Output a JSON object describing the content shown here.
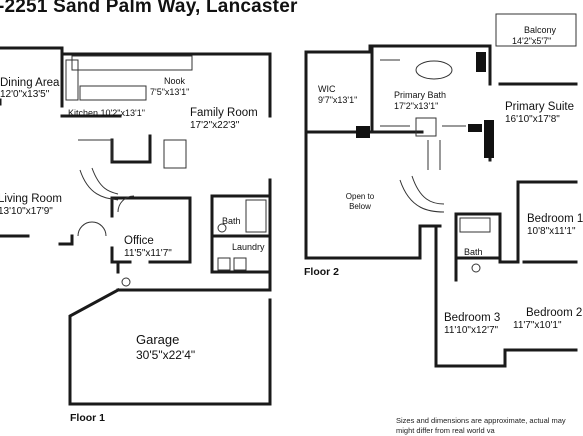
{
  "title": "-2251 Sand Palm Way, Lancaster",
  "floors": [
    {
      "label": "Floor 1",
      "rooms": [
        {
          "name": "Dining Area",
          "dims": "12'0\"x13'5\""
        },
        {
          "name": "Nook",
          "dims": "7'5\"x13'1\""
        },
        {
          "name": "Kitchen",
          "dims": "10'2\"x13'1\""
        },
        {
          "name": "Family Room",
          "dims": "17'2\"x22'3\""
        },
        {
          "name": "Living Room",
          "dims": "13'10\"x17'9\""
        },
        {
          "name": "Bath",
          "dims": ""
        },
        {
          "name": "Office",
          "dims": "11'5\"x11'7\""
        },
        {
          "name": "Laundry",
          "dims": ""
        },
        {
          "name": "Garage",
          "dims": "30'5\"x22'4\""
        }
      ]
    },
    {
      "label": "Floor 2",
      "rooms": [
        {
          "name": "Balcony",
          "dims": "14'2\"x5'7\""
        },
        {
          "name": "WIC",
          "dims": "9'7\"x13'1\""
        },
        {
          "name": "Primary Bath",
          "dims": "17'2\"x13'1\""
        },
        {
          "name": "Primary Suite",
          "dims": "16'10\"x17'8\""
        },
        {
          "name": "Open to Below",
          "dims": ""
        },
        {
          "name": "Bedroom 1",
          "dims": "10'8\"x11'1\""
        },
        {
          "name": "Bath",
          "dims": ""
        },
        {
          "name": "Bedroom 3",
          "dims": "11'10\"x12'7\""
        },
        {
          "name": "Bedroom 2",
          "dims": "11'7\"x10'1\""
        }
      ]
    }
  ],
  "disclaimer": [
    "Sizes and dimensions are approximate, actual may",
    "might differ from real world va"
  ]
}
